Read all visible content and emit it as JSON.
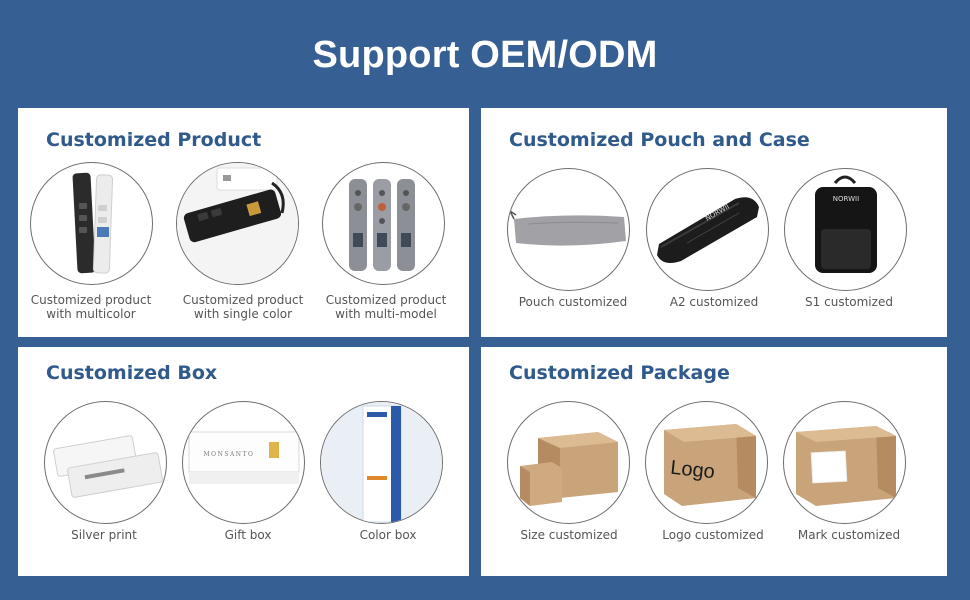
{
  "page": {
    "title": "Support OEM/ODM"
  },
  "panels": {
    "product": {
      "title": "Customized Product",
      "items": [
        {
          "line1": "Customized product",
          "line2": "with multicolor",
          "icon": "presenter-multicolor-image"
        },
        {
          "line1": "Customized product",
          "line2": "with single color",
          "icon": "presenter-single-color-image"
        },
        {
          "line1": "Customized product",
          "line2": "with multi-model",
          "icon": "presenter-multi-model-image"
        }
      ]
    },
    "pouch": {
      "title": "Customized Pouch and Case",
      "items": [
        {
          "label": "Pouch customized",
          "icon": "gray-pouch-image"
        },
        {
          "label": "A2 customized",
          "icon": "zipper-case-image",
          "brand": "NORWII"
        },
        {
          "label": "S1 customized",
          "icon": "black-bag-image",
          "brand": "NORWII"
        }
      ]
    },
    "box": {
      "title": "Customized Box",
      "items": [
        {
          "label": "Silver print",
          "icon": "silver-box-image"
        },
        {
          "label": "Gift box",
          "icon": "gift-box-image",
          "brand": "MONSANTO"
        },
        {
          "label": "Color box",
          "icon": "color-box-image"
        }
      ]
    },
    "package": {
      "title": "Customized Package",
      "items": [
        {
          "label": "Size customized",
          "icon": "carton-sizes-image"
        },
        {
          "label": "Logo customized",
          "icon": "carton-logo-image",
          "logo_text": "Logo"
        },
        {
          "label": "Mark customized",
          "icon": "carton-mark-image"
        }
      ]
    }
  },
  "colors": {
    "background": "#365f94",
    "panel": "#ffffff",
    "heading": "#2f5a8b",
    "caption": "#555555"
  }
}
